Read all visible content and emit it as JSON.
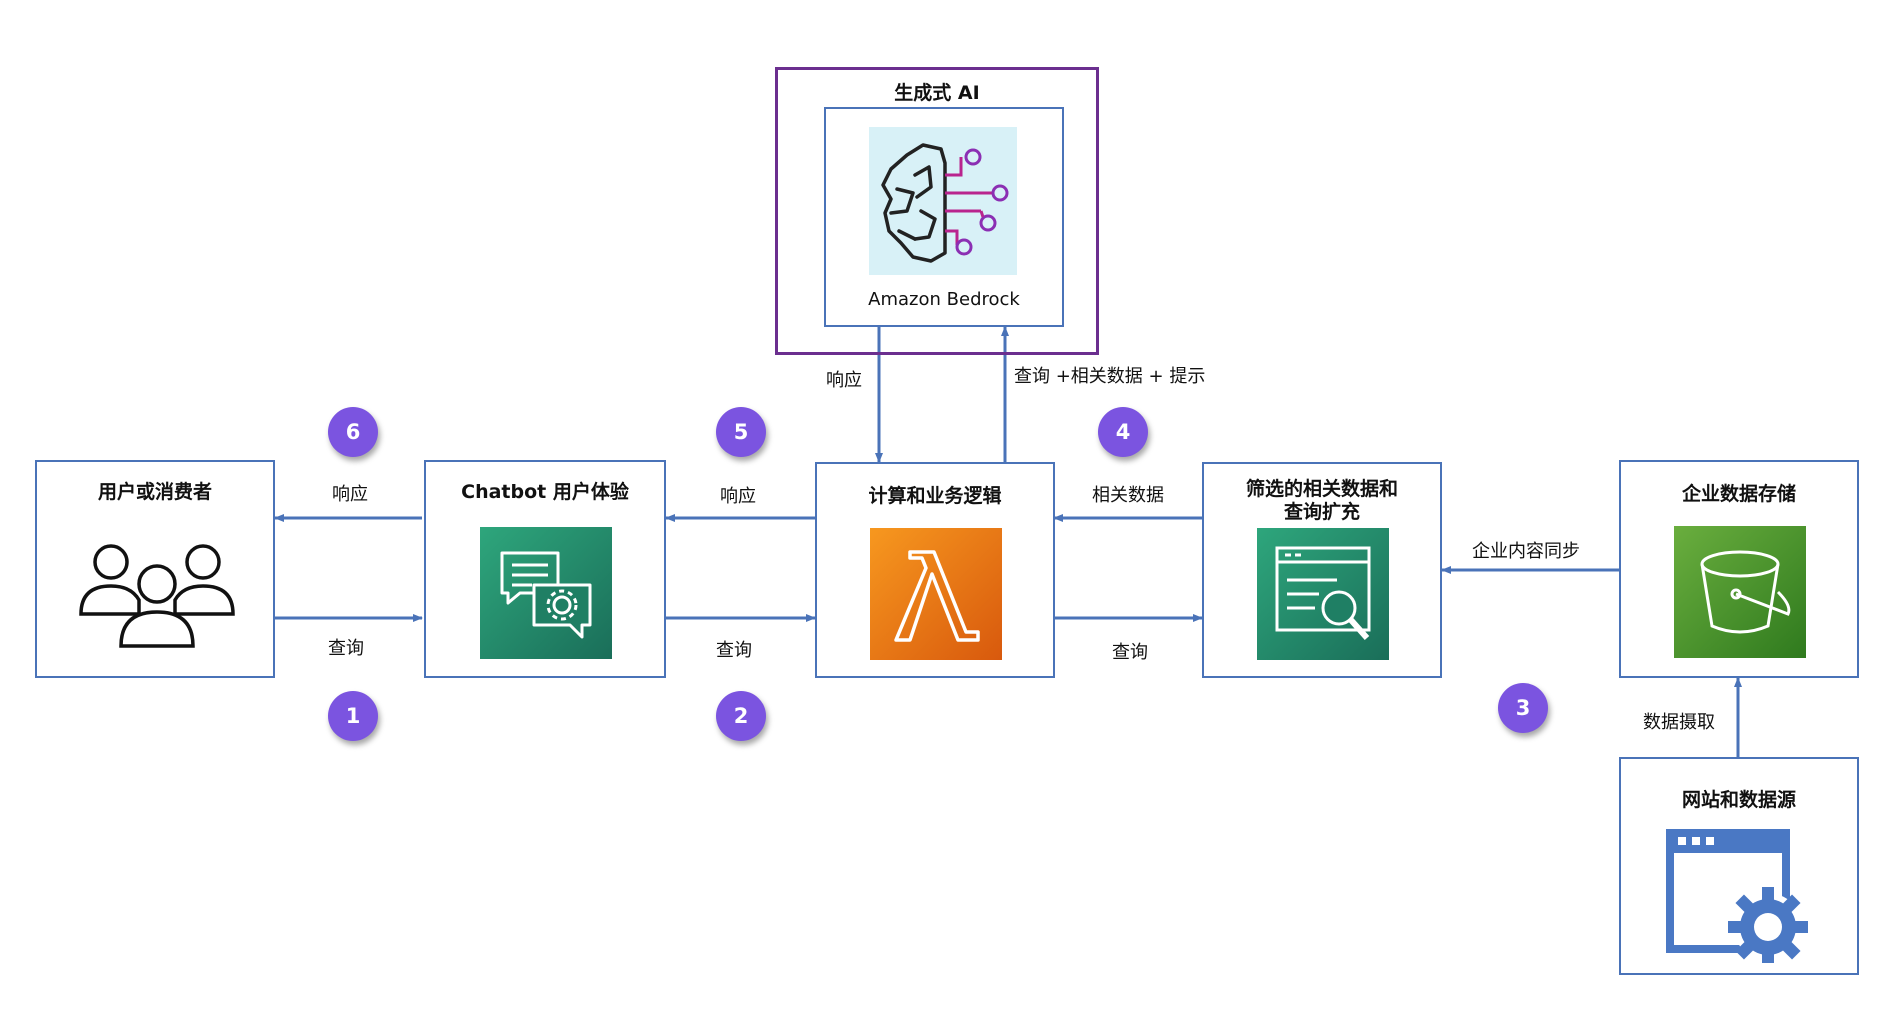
{
  "genai": {
    "title": "生成式 AI",
    "bedrock_label": "Amazon Bedrock"
  },
  "boxes": {
    "users": "用户或消费者",
    "chatbot": "Chatbot 用户体验",
    "compute": "计算和业务逻辑",
    "filter_line1": "筛选的相关数据和",
    "filter_line2": "查询扩充",
    "enterprise": "企业数据存储",
    "websites": "网站和数据源"
  },
  "labels": {
    "response_6": "响应",
    "query_1": "查询",
    "response_5": "响应",
    "query_2": "查询",
    "related_4": "相关数据",
    "query_3": "查询",
    "bedrock_response": "响应",
    "bedrock_query": "查询 +相关数据 + 提示",
    "sync": "企业内容同步",
    "ingest": "数据摄取"
  },
  "badges": [
    "1",
    "2",
    "3",
    "4",
    "5",
    "6"
  ],
  "colors": {
    "border_blue": "#4a73b8",
    "genai_purple": "#6b2f8f",
    "badge_purple": "#7b54e0",
    "chatbot_green": "#1e8a6a",
    "lambda_orange": "#ec7211",
    "s3_green": "#3f8624"
  }
}
